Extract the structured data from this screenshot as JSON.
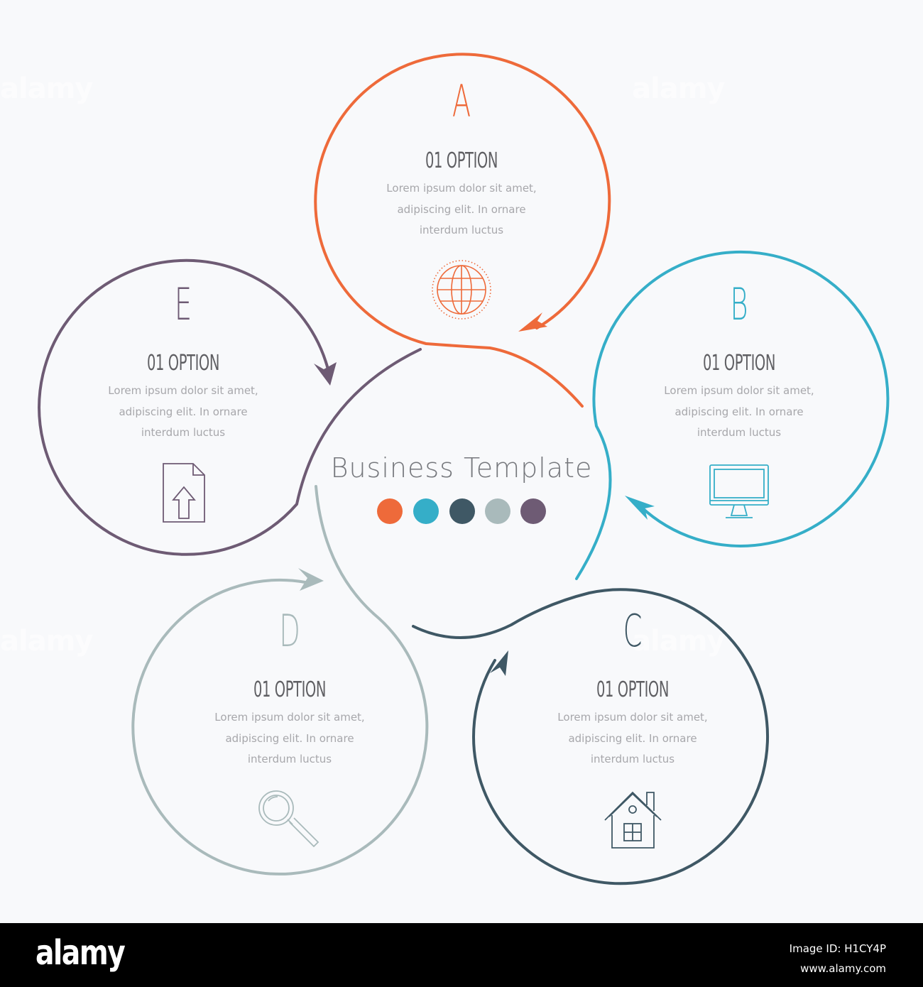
{
  "center": {
    "title": "Business Template",
    "dots": [
      "#ee6a3a",
      "#35aec8",
      "#3f5865",
      "#a9babb",
      "#6e5b74"
    ]
  },
  "steps": [
    {
      "key": "a",
      "letter": "A",
      "option": "01 OPTION",
      "lines": [
        "Lorem ipsum dolor sit amet,",
        "adipiscing elit. In ornare",
        "interdum luctus"
      ],
      "color": "#ee6a3a",
      "icon": "globe-icon"
    },
    {
      "key": "b",
      "letter": "B",
      "option": "01 OPTION",
      "lines": [
        "Lorem ipsum dolor sit amet,",
        "adipiscing elit. In ornare",
        "interdum luctus"
      ],
      "color": "#35aec8",
      "icon": "monitor-icon"
    },
    {
      "key": "c",
      "letter": "C",
      "option": "01 OPTION",
      "lines": [
        "Lorem ipsum dolor sit amet,",
        "adipiscing elit. In ornare",
        "interdum luctus"
      ],
      "color": "#3f5865",
      "icon": "house-icon"
    },
    {
      "key": "d",
      "letter": "D",
      "option": "01 OPTION",
      "lines": [
        "Lorem ipsum dolor sit amet,",
        "adipiscing elit. In ornare",
        "interdum luctus"
      ],
      "color": "#a9babb",
      "icon": "magnifier-icon"
    },
    {
      "key": "e",
      "letter": "E",
      "option": "01 OPTION",
      "lines": [
        "Lorem ipsum dolor sit amet,",
        "adipiscing elit. In ornare",
        "interdum luctus"
      ],
      "color": "#6e5b74",
      "icon": "file-upload-icon"
    }
  ],
  "watermark": "alamy",
  "footer": {
    "logo": "alamy",
    "image_id": "Image ID: H1CY4P",
    "url": "www.alamy.com"
  }
}
